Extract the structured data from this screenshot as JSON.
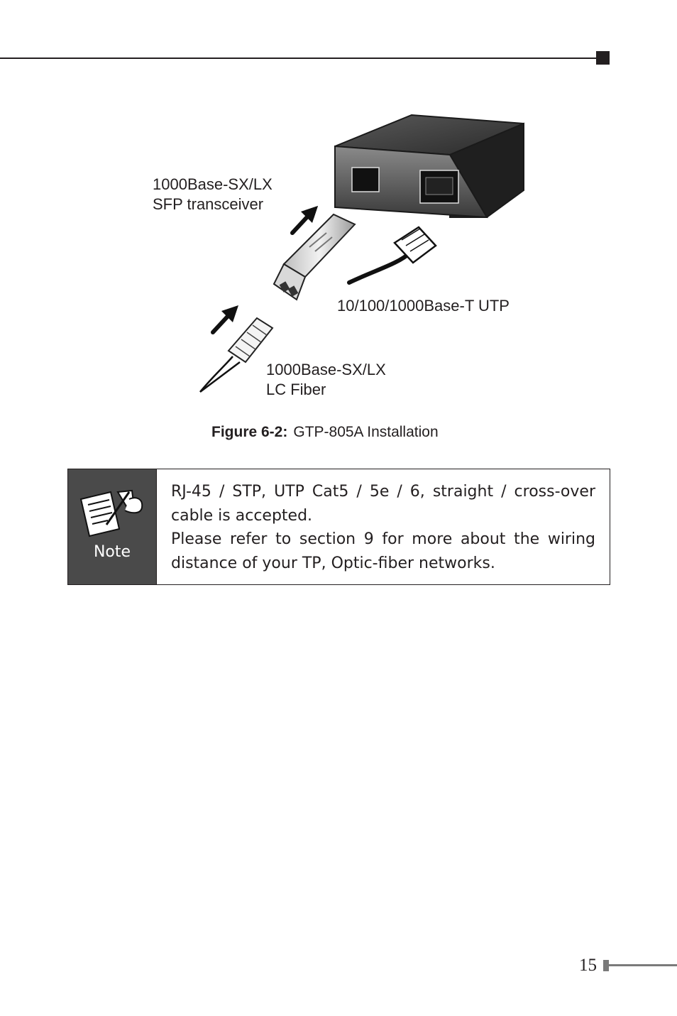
{
  "figure": {
    "labels": {
      "sfp_line1": "1000Base-SX/LX",
      "sfp_line2": "SFP transceiver",
      "utp": "10/100/1000Base-T UTP",
      "lc_line1": "1000Base-SX/LX",
      "lc_line2": "LC Fiber"
    },
    "caption_label": "Figure 6-2:",
    "caption_text": "GTP-805A Installation"
  },
  "note": {
    "icon": "note-pen-icon",
    "label": "Note",
    "line1": "RJ-45 / STP, UTP Cat5 / 5e / 6, straight / cross-over cable is accepted.",
    "line2": "Please refer to section 9 for more about the wiring distance of your TP, Optic-fiber networks."
  },
  "page_number": "15",
  "colors": {
    "ink": "#231f20",
    "note_panel": "#4a4a4a",
    "footer_gray": "#7a7a7a"
  }
}
